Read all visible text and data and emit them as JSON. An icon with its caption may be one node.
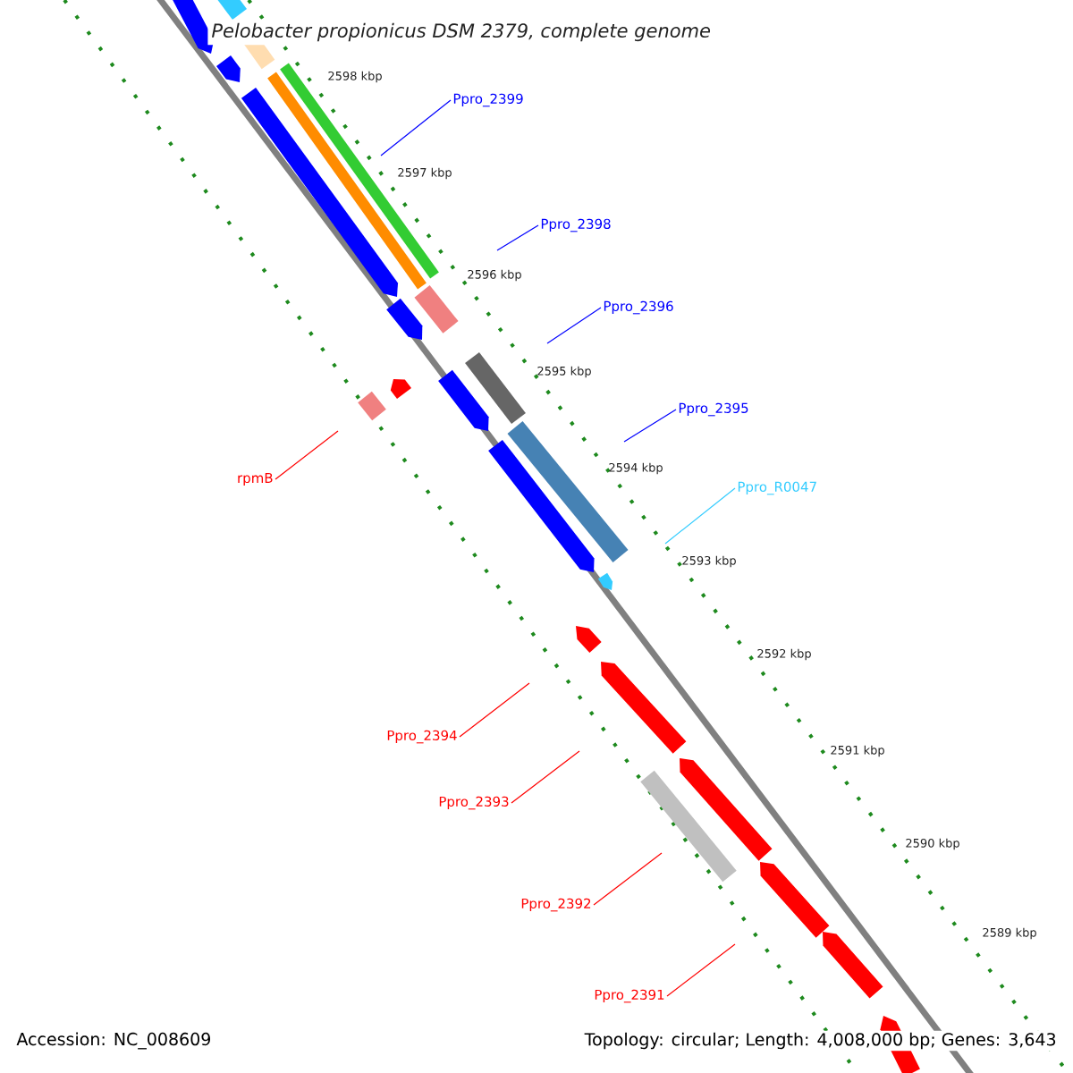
{
  "diagram": {
    "title": "Pelobacter propionicus DSM 2379, complete genome",
    "nodes": [
      {
        "text": [
          "Ppro_2399"
        ]
      },
      {
        "text": [
          "Ppro_2398"
        ]
      },
      {
        "text": [
          "Ppro_2396"
        ]
      },
      {
        "text": [
          "Ppro_2395"
        ]
      },
      {
        "text": [
          "rpmB"
        ]
      },
      {
        "text": [
          "Ppro_R0047"
        ]
      },
      {
        "text": [
          "Ppro_2394"
        ]
      },
      {
        "text": [
          "Ppro_2393"
        ]
      },
      {
        "text": [
          "Ppro_2392"
        ]
      },
      {
        "text": [
          "Ppro_2391"
        ]
      }
    ],
    "edges": [
      {
        "from": 0,
        "to": null,
        "arrow": "none",
        "color": "#0000ff"
      },
      {
        "from": 1,
        "to": null,
        "arrow": "none",
        "color": "#0000ff"
      },
      {
        "from": 2,
        "to": null,
        "arrow": "none",
        "color": "#0000ff"
      },
      {
        "from": 3,
        "to": null,
        "arrow": "none",
        "color": "#0000ff"
      },
      {
        "from": 4,
        "to": null,
        "arrow": "none"
      },
      {
        "from": 5,
        "to": null,
        "arrow": "none",
        "color": "#33ccff"
      },
      {
        "from": 6,
        "to": null,
        "arrow": "none"
      },
      {
        "from": 7,
        "to": null,
        "arrow": "none"
      },
      {
        "from": 8,
        "to": null,
        "arrow": "none"
      },
      {
        "from": 9,
        "to": null,
        "arrow": "none"
      }
    ],
    "labels": [
      "2598 kbp",
      "2597 kbp",
      "2596 kbp",
      "2595 kbp",
      "2594 kbp",
      "2593 kbp",
      "2592 kbp",
      "2591 kbp",
      "2590 kbp",
      "2589 kbp",
      "Accession: NC_008609",
      "Topology: circular; Length: 4,008,000 bp; Genes: 3,643"
    ]
  }
}
